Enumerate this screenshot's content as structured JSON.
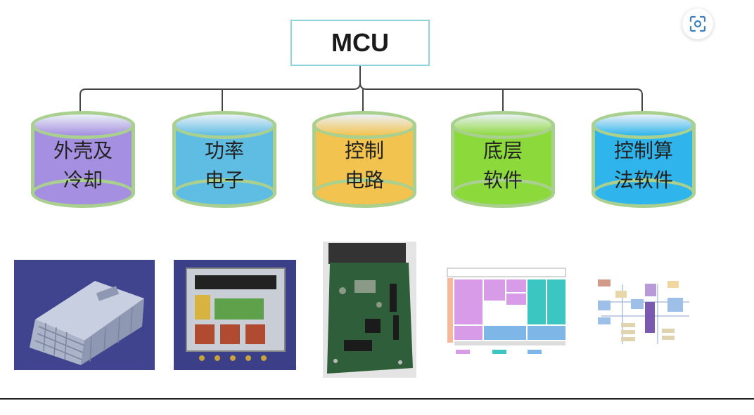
{
  "root": {
    "label": "MCU"
  },
  "nodes": [
    {
      "label": "外壳及\n冷却",
      "fill": "#a58fe0"
    },
    {
      "label": "功率\n电子",
      "fill": "#5fbde4"
    },
    {
      "label": "控制\n电路",
      "fill": "#f2c34e"
    },
    {
      "label": "底层\n软件",
      "fill": "#8cd93c"
    },
    {
      "label": "控制算\n法软件",
      "fill": "#2fb5ec"
    }
  ],
  "images": [
    {
      "icon": "housing-cad-render"
    },
    {
      "icon": "power-module-board"
    },
    {
      "icon": "control-circuit-pcb"
    },
    {
      "icon": "software-architecture-diagram"
    },
    {
      "icon": "control-algorithm-block-diagram"
    }
  ],
  "colors": {
    "connector": "#444444",
    "cylinder_border": "#a9d08e",
    "root_border": "#8fd3df"
  }
}
